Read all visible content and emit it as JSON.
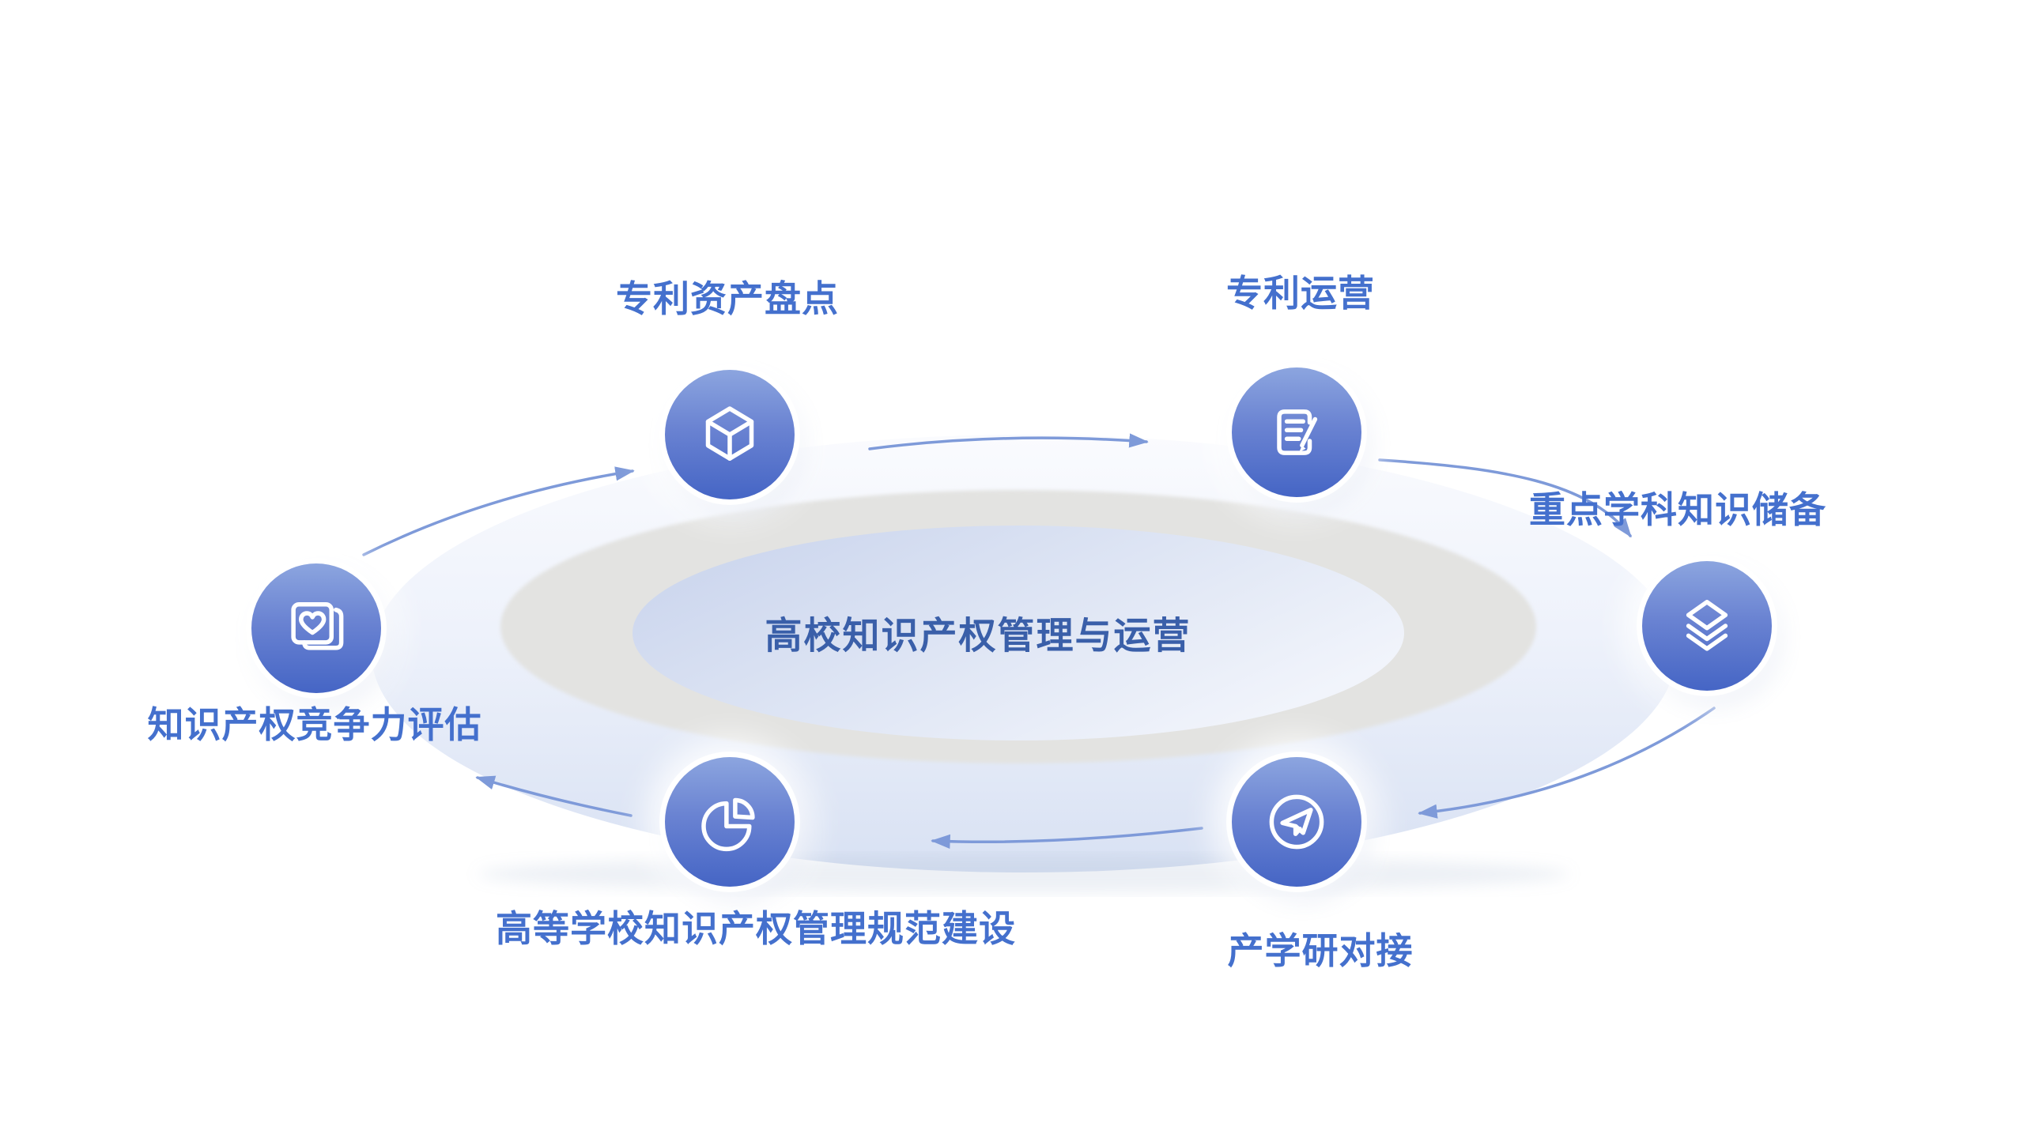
{
  "diagram": {
    "center_title": "高校知识产权管理与运营",
    "nodes": [
      {
        "label": "专利资产盘点",
        "icon": "cube-icon"
      },
      {
        "label": "专利运营",
        "icon": "document-edit-icon"
      },
      {
        "label": "重点学科知识储备",
        "icon": "layers-icon"
      },
      {
        "label": "产学研对接",
        "icon": "paper-plane-icon"
      },
      {
        "label": "高等学校知识产权管理规范建设",
        "icon": "pie-chart-icon"
      },
      {
        "label": "知识产权竞争力评估",
        "icon": "heart-card-icon"
      }
    ],
    "colors": {
      "label_text": "#4470CD",
      "center_text": "#3A5FA9",
      "node_gradient_top": "#8CA5DF",
      "node_gradient_bottom": "#4565C5",
      "arrow": "#7E9AD9",
      "outer_ellipse": "#EEF2FB",
      "outer_ellipse_rim": "#D8E1F3",
      "gray_ring": "#E3E3E1",
      "inner_ellipse_dark": "#C7D2EC",
      "inner_ellipse_light": "#F1F4FB",
      "icon_stroke": "#FFFFFF"
    }
  }
}
